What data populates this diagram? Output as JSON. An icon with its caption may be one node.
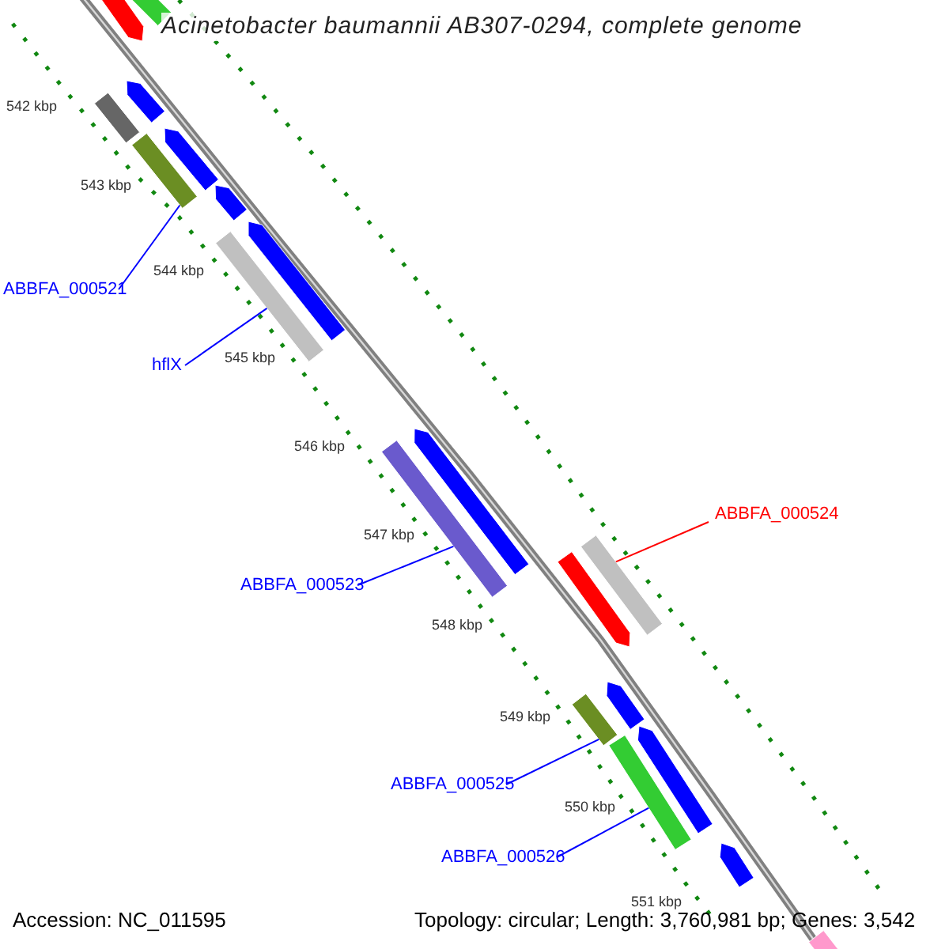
{
  "diagram": {
    "title": "Acinetobacter baumannii AB307-0294, complete genome",
    "nodes": [
      {
        "text": [
          "ABBFA_000521"
        ]
      },
      {
        "text": [
          "hflX"
        ]
      },
      {
        "text": [
          "ABBFA_000524"
        ]
      },
      {
        "text": [
          "ABBFA_000523"
        ]
      },
      {
        "text": [
          "ABBFA_000525"
        ]
      },
      {
        "text": [
          "ABBFA_000526"
        ]
      },
      {
        "text": [],
        "shape": "bar"
      },
      {
        "text": [],
        "shape": "bar"
      },
      {
        "text": [],
        "shape": "bar"
      },
      {
        "text": [],
        "shape": "bar"
      },
      {
        "text": [],
        "shape": "bar"
      },
      {
        "text": [],
        "shape": "bar"
      },
      {
        "text": [],
        "shape": "bar"
      },
      {
        "text": [],
        "shape": "bar"
      },
      {
        "text": [],
        "shape": "bar"
      },
      {
        "text": [],
        "shape": "bar"
      },
      {
        "text": [],
        "shape": "bar"
      },
      {
        "text": [],
        "shape": "bar"
      },
      {
        "text": [],
        "shape": "bar"
      },
      {
        "text": [],
        "shape": "bar"
      },
      {
        "text": [],
        "shape": "bar"
      },
      {
        "text": [],
        "shape": "bar"
      },
      {
        "text": [],
        "shape": "bar"
      },
      {
        "text": [],
        "shape": "bar"
      },
      {
        "text": [],
        "shape": "bar"
      }
    ],
    "edges": [
      {
        "from": 0,
        "to": 11,
        "arrow": "none"
      },
      {
        "from": 1,
        "to": 14,
        "arrow": "none"
      },
      {
        "from": 2,
        "to": 17,
        "arrow": "none",
        "color": "#ff0000"
      },
      {
        "from": 3,
        "to": 16,
        "arrow": "none"
      },
      {
        "from": 4,
        "to": 20,
        "arrow": "none"
      },
      {
        "from": 5,
        "to": 22,
        "arrow": "none"
      }
    ],
    "labels": [
      "542 kbp",
      "543 kbp",
      "544 kbp",
      "545 kbp",
      "546 kbp",
      "547 kbp",
      "548 kbp",
      "549 kbp",
      "550 kbp",
      "551 kbp",
      "Accession: NC_011595",
      "Topology: circular; Length: 3,760,981 bp; Genes: 3,542"
    ]
  }
}
